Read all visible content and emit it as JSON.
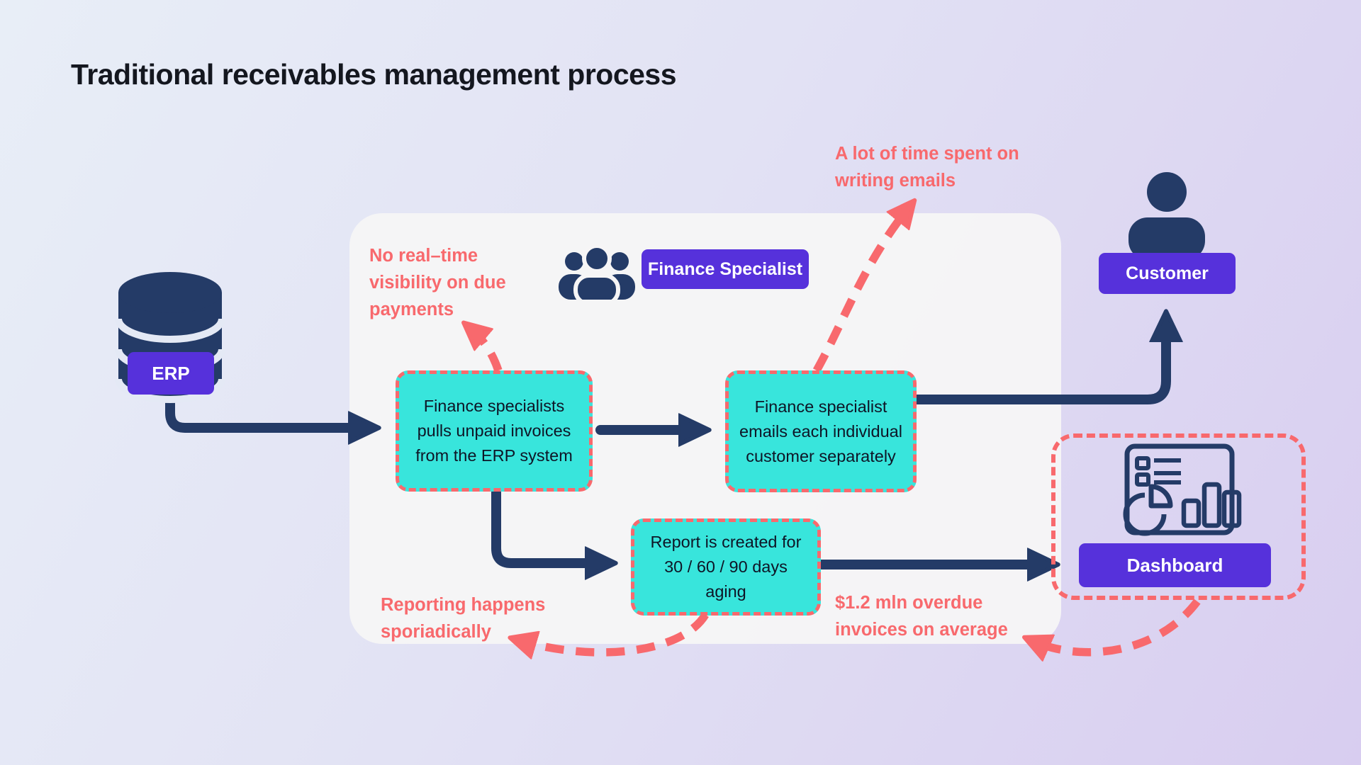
{
  "title": "Traditional receivables management process",
  "erp": {
    "label": "ERP"
  },
  "finance_specialist": {
    "label": "Finance Specialist"
  },
  "customer": {
    "label": "Customer"
  },
  "dashboard": {
    "label": "Dashboard"
  },
  "steps": {
    "pull_invoices": {
      "lines": [
        "Finance specialists",
        "pulls unpaid invoices",
        "from the ERP system"
      ]
    },
    "email_customers": {
      "lines": [
        "Finance specialist",
        "emails each individual",
        "customer separately"
      ]
    },
    "report_aging": {
      "lines": [
        "Report is created for",
        "30 / 60 / 90 days",
        "aging"
      ]
    }
  },
  "annotations": {
    "no_visibility": {
      "lines": [
        "No real–time",
        "visibility on due",
        "payments"
      ]
    },
    "time_spent": {
      "lines": [
        "A lot of time spent on",
        "writing emails"
      ]
    },
    "sporadic_reporting": {
      "lines": [
        "Reporting happens",
        "sporiadically"
      ]
    },
    "overdue_invoices": {
      "lines": [
        "$1.2 mln overdue",
        "invoices on average"
      ]
    }
  },
  "icons": {
    "erp": "database-icon",
    "finance_specialist": "people-group-icon",
    "customer": "person-icon",
    "dashboard": "analytics-dashboard-icon"
  },
  "colors": {
    "navy": "#243b67",
    "teal": "#38e5dc",
    "salmon": "#f8696d",
    "purple": "#5631db",
    "panel": "#f6f5f6",
    "background_blue": "#e8eef7",
    "background_purple": "#d8cdf0"
  }
}
